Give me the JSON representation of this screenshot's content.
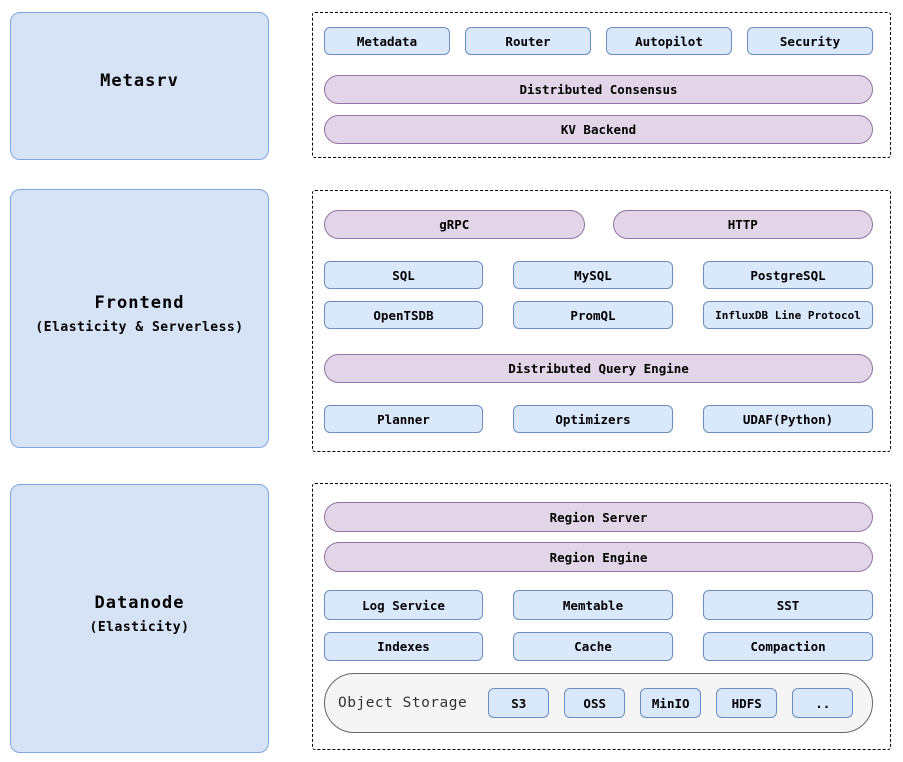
{
  "colors": {
    "panel_fill": "#d6e2f5",
    "panel_border": "#7ea6e0",
    "box_fill": "#dae8fc",
    "box_border": "#6c8ebf",
    "pill_fill": "#e1d5e7",
    "pill_border": "#9673a6",
    "storage_fill": "#f5f5f5",
    "storage_border": "#666666",
    "dashed_border": "#000000",
    "text": "#000000",
    "storage_label_text": "#333333"
  },
  "metasrv": {
    "title": "Metasrv",
    "boxes": [
      "Metadata",
      "Router",
      "Autopilot",
      "Security"
    ],
    "pills": [
      "Distributed Consensus",
      "KV Backend"
    ]
  },
  "frontend": {
    "title": "Frontend",
    "subtitle": "(Elasticity & Serverless)",
    "transport_pills": [
      "gRPC",
      "HTTP"
    ],
    "protocol_row1": [
      "SQL",
      "MySQL",
      "PostgreSQL"
    ],
    "protocol_row2": [
      "OpenTSDB",
      "PromQL",
      "InfluxDB Line Protocol"
    ],
    "query_engine_pill": "Distributed Query Engine",
    "engine_row": [
      "Planner",
      "Optimizers",
      "UDAF(Python)"
    ]
  },
  "datanode": {
    "title": "Datanode",
    "subtitle": "(Elasticity)",
    "pills": [
      "Region Server",
      "Region Engine"
    ],
    "storage_row1": [
      "Log Service",
      "Memtable",
      "SST"
    ],
    "storage_row2": [
      "Indexes",
      "Cache",
      "Compaction"
    ],
    "object_storage": {
      "label": "Object Storage",
      "backends": [
        "S3",
        "OSS",
        "MinIO",
        "HDFS",
        ".."
      ]
    }
  }
}
